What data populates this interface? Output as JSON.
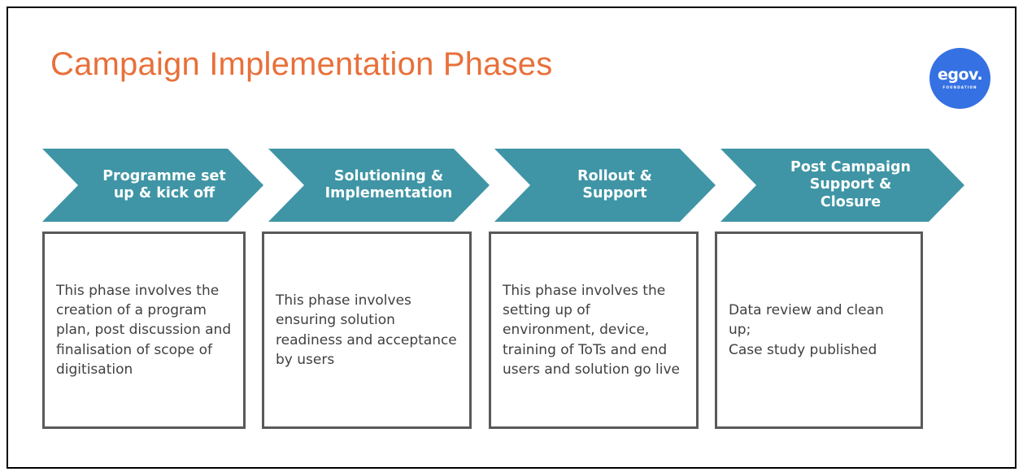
{
  "slide": {
    "title": "Campaign Implementation Phases",
    "title_color": "#E8703A",
    "accent_color": "#3F95A5",
    "box_border_color": "#595959",
    "logo": {
      "wordmark": "egov.",
      "subtext": "FOUNDATION",
      "background_color": "#3571E3"
    }
  },
  "phases": [
    {
      "label": "Programme set\nup & kick off",
      "description": "This phase involves the creation of a program plan, post discussion and finalisation of scope of digitisation"
    },
    {
      "label": "Solutioning &\nImplementation",
      "description": "This phase involves ensuring solution readiness and acceptance by users"
    },
    {
      "label": "Rollout &\nSupport",
      "description": "This phase involves the setting up of environment, device, training of ToTs and end users and solution go live"
    },
    {
      "label": "Post Campaign\nSupport &\nClosure",
      "description": "Data review and clean up;\nCase study published"
    }
  ]
}
